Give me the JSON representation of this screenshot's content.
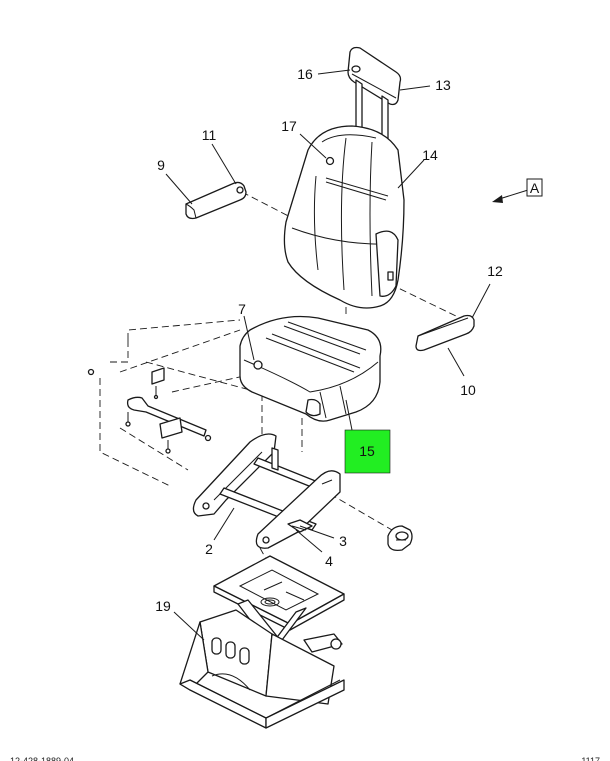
{
  "diagram": {
    "view_label": "A",
    "highlight_color": "#22ee22",
    "callouts": {
      "c2": "2",
      "c3": "3",
      "c4": "4",
      "c7": "7",
      "c9": "9",
      "c10": "10",
      "c11": "11",
      "c12": "12",
      "c13": "13",
      "c14": "14",
      "c15": "15",
      "c16": "16",
      "c17": "17",
      "c19": "19"
    },
    "footer_left": "12-428-1889-04",
    "footer_right": "1117"
  }
}
